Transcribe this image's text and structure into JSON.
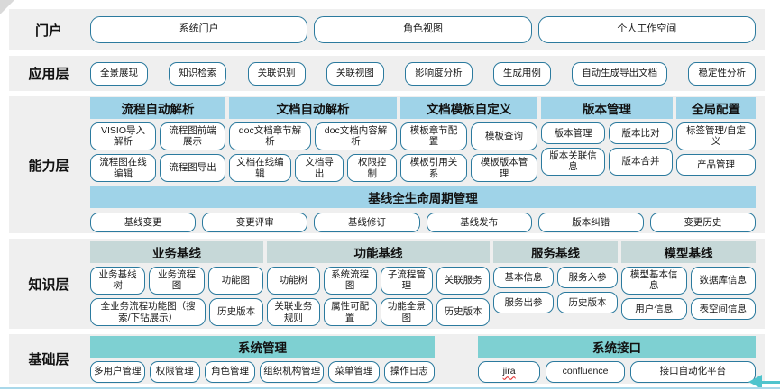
{
  "portal": {
    "label": "门户",
    "buttons": [
      "系统门户",
      "角色视图",
      "个人工作空间"
    ]
  },
  "application": {
    "label": "应用层",
    "buttons": [
      "全景展现",
      "知识检索",
      "关联识别",
      "关联视图",
      "影响度分析",
      "生成用例",
      "自动生成导出文档",
      "稳定性分析"
    ]
  },
  "capability": {
    "label": "能力层",
    "groups": [
      {
        "title": "流程自动解析",
        "rows": [
          [
            "VISIO导入解析",
            "流程图前端展示"
          ],
          [
            "流程图在线编辑",
            "流程图导出"
          ]
        ]
      },
      {
        "title": "文档自动解析",
        "rows": [
          [
            "doc文档章节解析",
            "doc文档内容解析"
          ],
          [
            "文档在线编辑",
            "文档导出",
            "权限控制"
          ]
        ]
      },
      {
        "title": "文档模板自定义",
        "rows": [
          [
            "模板章节配置",
            "模板查询"
          ],
          [
            "模板引用关系",
            "模板版本管理"
          ]
        ]
      },
      {
        "title": "版本管理",
        "rows": [
          [
            "版本管理",
            "版本比对"
          ],
          [
            "版本关联信息",
            "版本合并"
          ]
        ]
      },
      {
        "title": "全局配置",
        "rows": [
          [
            "标签管理/自定义"
          ],
          [
            "产品管理"
          ]
        ]
      }
    ],
    "baseline": {
      "title": "基线全生命周期管理",
      "buttons": [
        "基线变更",
        "变更评审",
        "基线修订",
        "基线发布",
        "版本纠错",
        "变更历史"
      ]
    }
  },
  "knowledge": {
    "label": "知识层",
    "groups": [
      {
        "title": "业务基线",
        "rows": [
          [
            "业务基线树",
            "业务流程图",
            "功能图"
          ],
          [
            "全业务流程功能图（搜索/下钻展示）",
            "历史版本"
          ]
        ]
      },
      {
        "title": "功能基线",
        "rows": [
          [
            "功能树",
            "系统流程图",
            "子流程管理",
            "关联服务"
          ],
          [
            "关联业务规则",
            "属性可配置",
            "功能全景图",
            "历史版本"
          ]
        ]
      },
      {
        "title": "服务基线",
        "rows": [
          [
            "基本信息",
            "服务入参"
          ],
          [
            "服务出参",
            "历史版本"
          ]
        ]
      },
      {
        "title": "模型基线",
        "rows": [
          [
            "模型基本信息",
            "数据库信息"
          ],
          [
            "用户信息",
            "表空间信息"
          ]
        ]
      }
    ]
  },
  "foundation": {
    "label": "基础层",
    "groups": [
      {
        "title": "系统管理",
        "buttons": [
          "多用户管理",
          "权限管理",
          "角色管理",
          "组织机构管理",
          "菜单管理",
          "操作日志"
        ]
      },
      {
        "title": "系统接口",
        "buttons": [
          "jira",
          "confluence",
          "接口自动化平台"
        ]
      }
    ]
  },
  "colors": {
    "band_background": "#efefef",
    "box_border": "#2b7a9e",
    "capability_header": "#9fd3e8",
    "knowledge_header": "#c6d8d8",
    "foundation_header": "#7ed0d2",
    "bottom_line": "#a9d8ea",
    "arrow": "#4fc4cd"
  }
}
